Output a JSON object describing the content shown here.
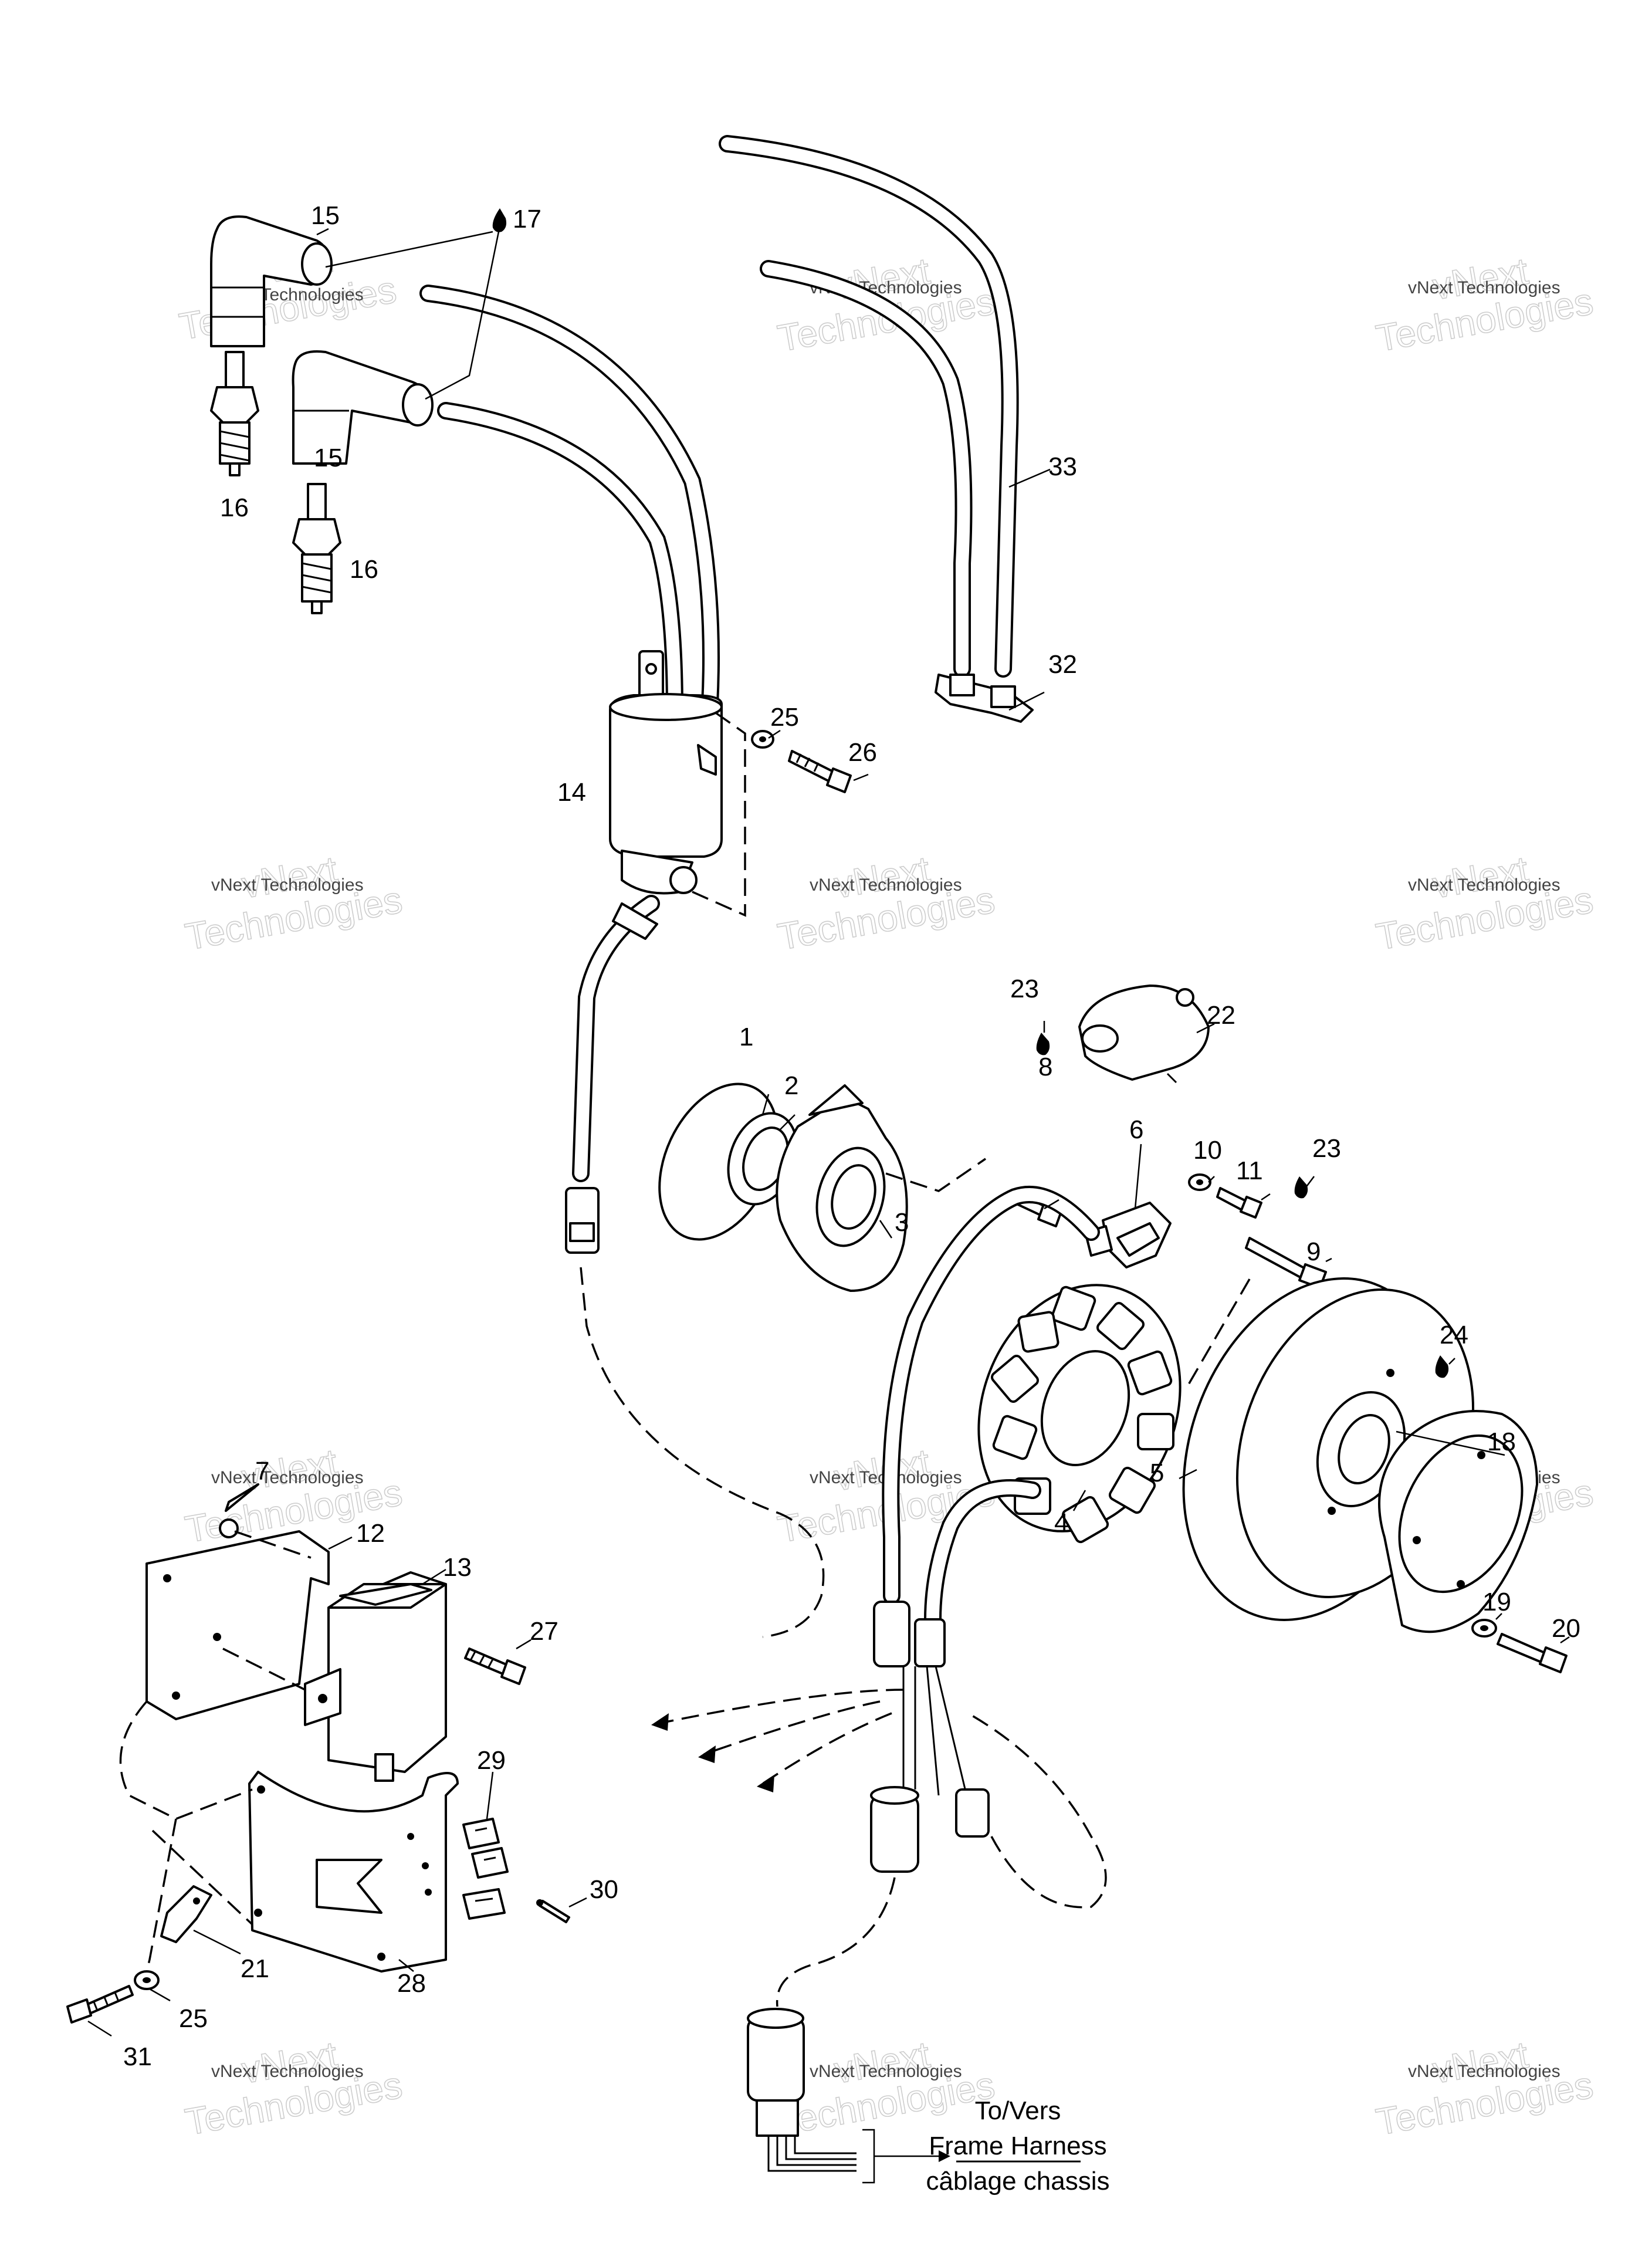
{
  "watermark": {
    "line1": "vNext",
    "line2": "Technologies",
    "small": "vNext Technologies"
  },
  "callouts": {
    "c1": "1",
    "c2": "2",
    "c3": "3",
    "c4": "4",
    "c5": "5",
    "c6": "6",
    "c7": "7",
    "c8": "8",
    "c9": "9",
    "c10": "10",
    "c11": "11",
    "c12": "12",
    "c13": "13",
    "c14": "14",
    "c15a": "15",
    "c15b": "15",
    "c16a": "16",
    "c16b": "16",
    "c17": "17",
    "c18": "18",
    "c19": "19",
    "c20": "20",
    "c21": "21",
    "c22": "22",
    "c23a": "23",
    "c23b": "23",
    "c24": "24",
    "c25a": "25",
    "c25b": "25",
    "c26": "26",
    "c27": "27",
    "c28": "28",
    "c29": "29",
    "c30": "30",
    "c31": "31",
    "c32": "32",
    "c33": "33"
  },
  "harness_label": {
    "line1": "To/Vers",
    "line2": "Frame Harness",
    "line3": "câblage chassis"
  },
  "icons": {
    "lubricant": "drop-icon"
  }
}
